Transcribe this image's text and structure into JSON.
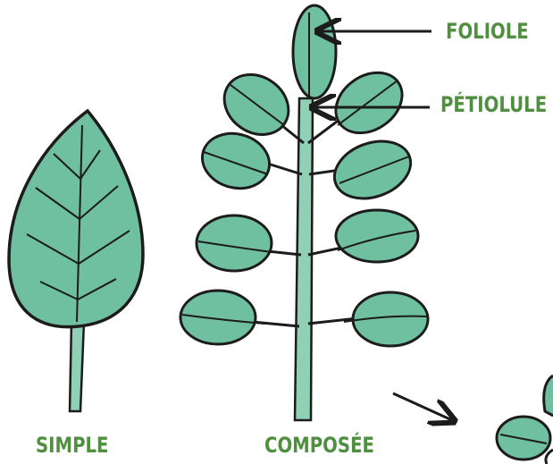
{
  "labels": {
    "foliole": "FOLIOLE",
    "petiolule": "PÉTIOLULE",
    "simple": "SIMPLE",
    "composee": "COMPOSÉE"
  },
  "colors": {
    "leaf_fill": "#6fbfa1",
    "leaf_fill_light": "#8fd0b6",
    "outline": "#1c1c1c",
    "label": "#4f8f3f",
    "background": "#ffffff"
  }
}
